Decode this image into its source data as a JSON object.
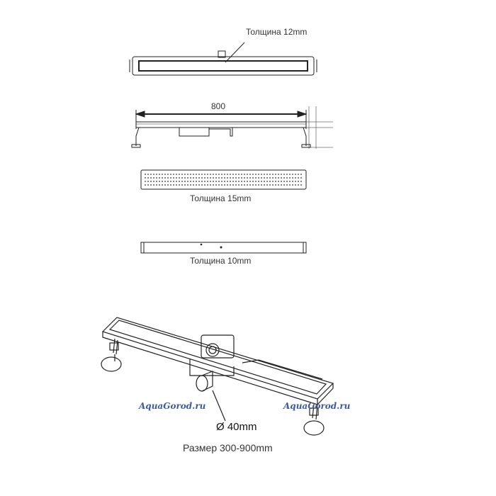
{
  "labels": {
    "top_thickness": "Толщина 12mm",
    "length": "800",
    "grate_thickness": "Толщина 15mm",
    "flat_thickness": "Толщина 10mm",
    "outlet_diameter": "Ø 40mm",
    "size_range": "Размер 300-900mm"
  },
  "watermarks": [
    "AquaGorod.ru",
    "AquaGorod.ru"
  ],
  "colors": {
    "line": "#222222",
    "watermark": "#3b5b9c"
  }
}
